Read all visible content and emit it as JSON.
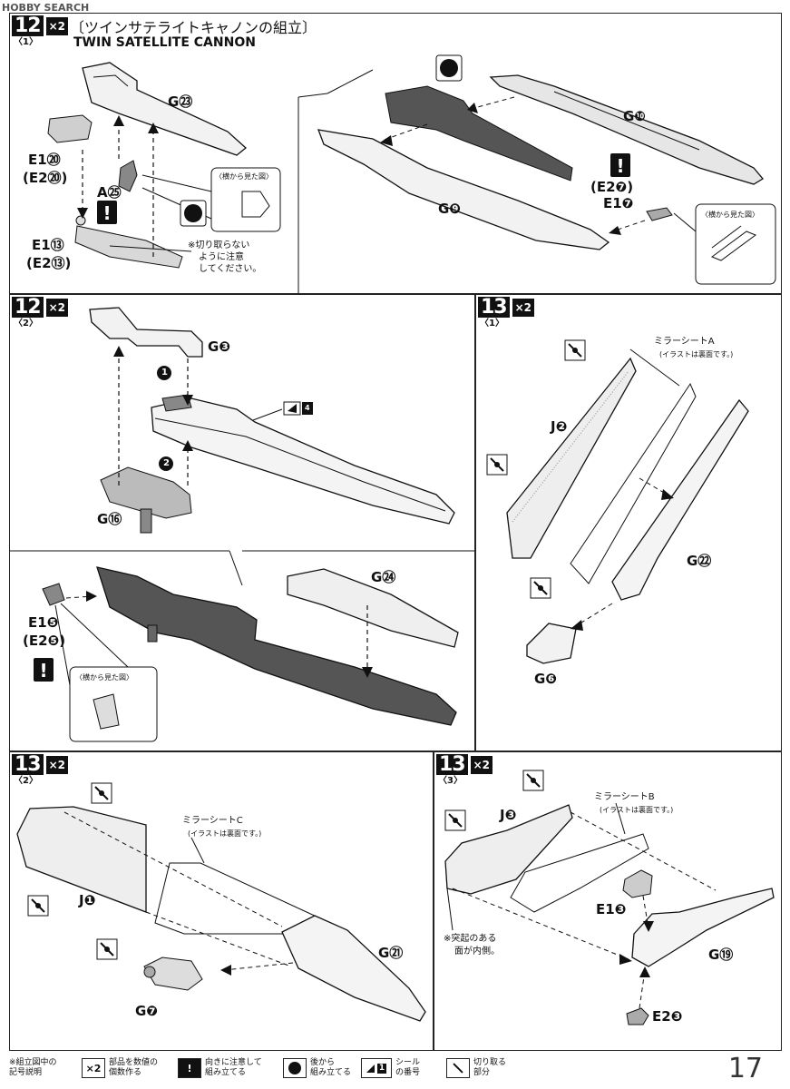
{
  "watermark": "HOBBY SEARCH",
  "steps": {
    "s12_1": {
      "num": "12",
      "mult": "×2",
      "sub": "〈1〉",
      "title_jp": "〔ツインサテライトキャノンの組立〕",
      "title_en": "TWIN SATELLITE CANNON"
    },
    "s12_2": {
      "num": "12",
      "mult": "×2",
      "sub": "〈2〉"
    },
    "s13_1": {
      "num": "13",
      "mult": "×2",
      "sub": "〈1〉"
    },
    "s13_2": {
      "num": "13",
      "mult": "×2",
      "sub": "〈2〉"
    },
    "s13_3": {
      "num": "13",
      "mult": "×2",
      "sub": "〈3〉"
    }
  },
  "parts": {
    "g23": "G㉓",
    "e1_20": "E1⑳",
    "e2_20": "(E2⑳)",
    "a25": "A㉕",
    "e1_13": "E1⑬",
    "e2_13": "(E2⑬)",
    "g10": "G❿",
    "g9": "G❾",
    "e2_7": "(E2❼)",
    "e1_7": "E1❼",
    "g3": "G❸",
    "g16": "G⑯",
    "e1_5": "E1❺",
    "e2_5": "(E2❺)",
    "g24": "G㉔",
    "j2": "J❷",
    "g22": "G㉒",
    "g6": "G❻",
    "j1": "J❶",
    "g21": "G㉑",
    "g7": "G❼",
    "j3": "J❸",
    "e1_3": "E1❸",
    "g19": "G⑲",
    "e2_3": "E2❸"
  },
  "notes": {
    "side_view": "〈横から見た図〉",
    "no_cut_1": "※切り取らない",
    "no_cut_2": "ように注意",
    "no_cut_3": "してください。",
    "mirror_a": "ミラーシートA",
    "mirror_b": "ミラーシートB",
    "mirror_c": "ミラーシートC",
    "mirror_sub": "(イラストは裏面です。)",
    "protrusion_1": "※突起のある",
    "protrusion_2": "面が内側。",
    "seal_num": "4",
    "step_1": "1",
    "step_2": "2"
  },
  "legend": {
    "title_1": "※組立図中の",
    "title_2": "記号説明",
    "mult_icon": "×2",
    "mult_1": "部品を数値の",
    "mult_2": "個数作る",
    "caution_icon": "!",
    "caution_1": "向きに注意して",
    "caution_2": "組み立てる",
    "back_1": "後から",
    "back_2": "組み立てる",
    "seal_icon": "1",
    "seal_1": "シール",
    "seal_2": "の番号",
    "cut_1": "切り取る",
    "cut_2": "部分"
  },
  "page_number": "17"
}
